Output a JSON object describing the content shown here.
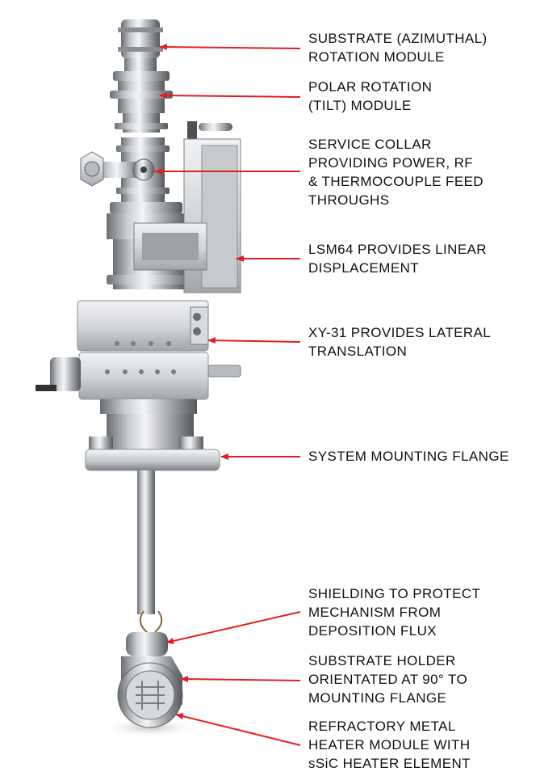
{
  "colors": {
    "arrow": "#e02020",
    "text": "#111111",
    "metal_light": "#e2e4e6",
    "metal_mid": "#a8acb0",
    "metal_dark": "#5c6064"
  },
  "callouts": [
    {
      "lines": [
        "SUBSTRATE (AZIMUTHAL)",
        "ROTATION MODULE"
      ]
    },
    {
      "lines": [
        "POLAR ROTATION",
        "(TILT) MODULE"
      ]
    },
    {
      "lines": [
        "SERVICE COLLAR",
        "PROVIDING POWER, RF",
        "& THERMOCOUPLE FEED",
        "THROUGHS"
      ]
    },
    {
      "lines": [
        "LSM64 PROVIDES LINEAR",
        "DISPLACEMENT"
      ]
    },
    {
      "lines": [
        "XY-31 PROVIDES LATERAL",
        "TRANSLATION"
      ]
    },
    {
      "lines": [
        "SYSTEM MOUNTING FLANGE"
      ]
    },
    {
      "lines": [
        "SHIELDING TO PROTECT",
        "MECHANISM FROM",
        "DEPOSITION FLUX"
      ]
    },
    {
      "lines": [
        "SUBSTRATE HOLDER",
        "ORIENTATED AT 90° TO",
        "MOUNTING FLANGE"
      ]
    },
    {
      "lines": [
        "REFRACTORY METAL",
        "HEATER MODULE WITH",
        "sSiC HEATER ELEMENT"
      ]
    }
  ]
}
